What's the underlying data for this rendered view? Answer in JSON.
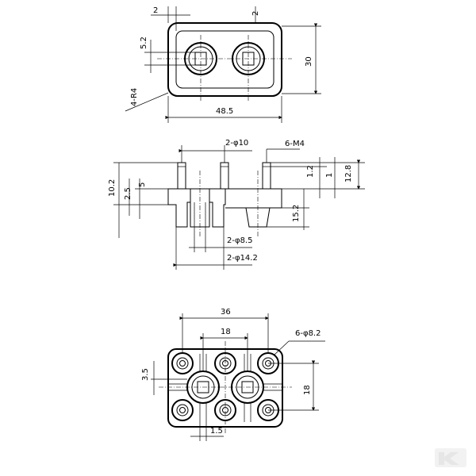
{
  "top_view": {
    "dim_wall": "2",
    "dim_top_right": "2",
    "dim_hole_height": "5.2",
    "dim_height": "30",
    "dim_corner": "4-R4",
    "dim_width": "48.5"
  },
  "side_view": {
    "dim_pin_dia": "2-φ10",
    "dim_thread": "6-M4",
    "dim_total": "10.2",
    "dim_flange": "2.5",
    "dim_step": "5",
    "dim_pin_top": "1.2",
    "dim_pin_mid": "1",
    "dim_overall": "12.8",
    "dim_body": "15.2",
    "dim_bore": "2-φ8.5",
    "dim_outer": "2-φ14.2"
  },
  "bottom_view": {
    "dim_span": "36",
    "dim_pitch": "18",
    "dim_holes": "6-φ8.2",
    "dim_small": "3.5",
    "dim_height": "18",
    "dim_gap": "1.5"
  },
  "watermark": "K"
}
